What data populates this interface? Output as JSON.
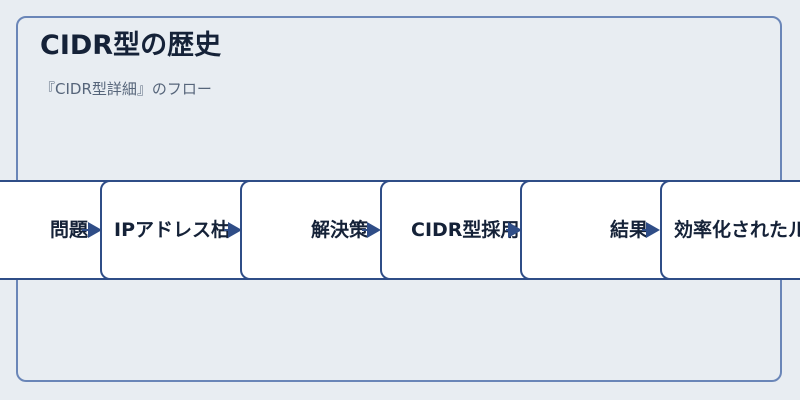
{
  "diagram": {
    "title": "CIDR型の歴史",
    "subtitle": "『CIDR型詳細』のフロー",
    "steps": [
      {
        "label": "問題"
      },
      {
        "label": "IPアドレス枯"
      },
      {
        "label": "解決策"
      },
      {
        "label": "CIDR型採用"
      },
      {
        "label": "結果"
      },
      {
        "label": "効率化されたルーティング"
      }
    ]
  }
}
